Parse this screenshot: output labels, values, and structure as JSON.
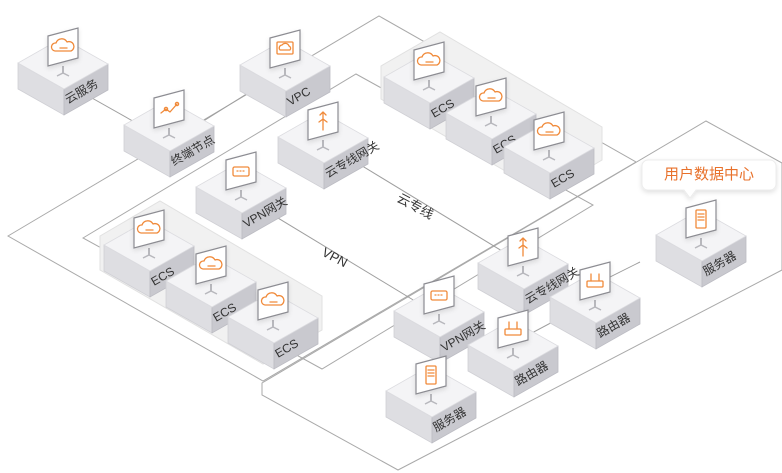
{
  "colors": {
    "accent": "#f08a3a",
    "box_top": "#f3f3f5",
    "box_left": "#dcdce0",
    "box_right": "#c8c8ce",
    "line": "#9a9a9a",
    "plate": "#f1f1f1"
  },
  "diagram": {
    "link_labels": {
      "dedicated_line": "云专线",
      "vpn": "VPN"
    },
    "callout": {
      "text": "用户数据中心"
    },
    "nodes": {
      "cloud_service": {
        "label": "云服务",
        "icon": "cloud-icon"
      },
      "vpc": {
        "label": "VPC",
        "icon": "vpc-icon"
      },
      "endpoint": {
        "label": "终端节点",
        "icon": "endpoint-icon"
      },
      "ecs_top_1": {
        "label": "ECS",
        "icon": "cloud-icon"
      },
      "ecs_top_2": {
        "label": "ECS",
        "icon": "cloud-icon"
      },
      "ecs_top_3": {
        "label": "ECS",
        "icon": "cloud-icon"
      },
      "dc_gateway_cloud": {
        "label": "云专线网关",
        "icon": "dedicated-line-icon"
      },
      "vpn_gateway_cloud": {
        "label": "VPN网关",
        "icon": "vpn-icon"
      },
      "ecs_left_1": {
        "label": "ECS",
        "icon": "cloud-icon"
      },
      "ecs_left_2": {
        "label": "ECS",
        "icon": "cloud-icon"
      },
      "ecs_left_3": {
        "label": "ECS",
        "icon": "cloud-icon"
      },
      "dc_gateway_onprem": {
        "label": "云专线网关",
        "icon": "dedicated-line-icon"
      },
      "vpn_gateway_onprem": {
        "label": "VPN网关",
        "icon": "vpn-icon"
      },
      "router_1": {
        "label": "路由器",
        "icon": "router-icon"
      },
      "router_2": {
        "label": "路由器",
        "icon": "router-icon"
      },
      "server_1": {
        "label": "服务器",
        "icon": "server-icon"
      },
      "server_2": {
        "label": "服务器",
        "icon": "server-icon"
      }
    }
  }
}
